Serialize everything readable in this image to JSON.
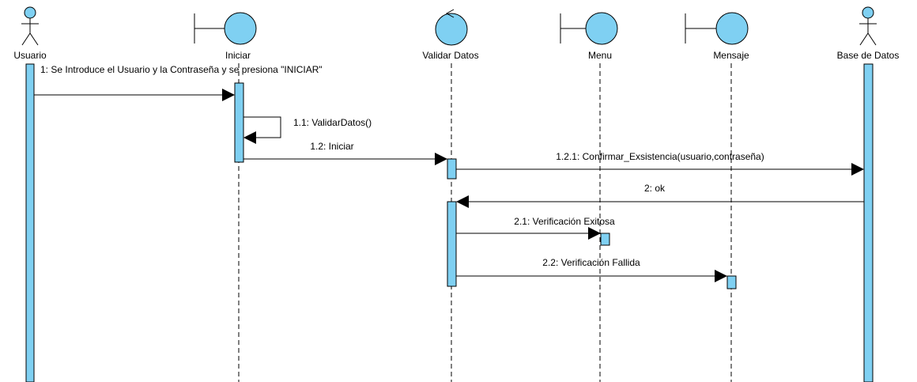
{
  "colors": {
    "fill": "#7FD0F2",
    "stroke": "#000000",
    "background": "#FFFFFF"
  },
  "participants": [
    {
      "id": "usuario",
      "label": "Usuario",
      "kind": "actor"
    },
    {
      "id": "iniciar",
      "label": "Iniciar",
      "kind": "boundary"
    },
    {
      "id": "validar",
      "label": "Validar Datos",
      "kind": "control"
    },
    {
      "id": "menu",
      "label": "Menu",
      "kind": "boundary"
    },
    {
      "id": "mensaje",
      "label": "Mensaje",
      "kind": "boundary"
    },
    {
      "id": "bd",
      "label": "Base de Datos",
      "kind": "actor"
    }
  ],
  "messages": [
    {
      "id": "m1",
      "label": "1: Se Introduce el Usuario y la Contraseña y se presiona \"INICIAR\"",
      "from": "usuario",
      "to": "iniciar",
      "direction": "right"
    },
    {
      "id": "m1_1",
      "label": "1.1: ValidarDatos()",
      "from": "iniciar",
      "to": "iniciar",
      "direction": "self"
    },
    {
      "id": "m1_2",
      "label": "1.2: Iniciar",
      "from": "iniciar",
      "to": "validar",
      "direction": "right"
    },
    {
      "id": "m1_2_1",
      "label": "1.2.1: Confirmar_Exsistencia(usuario,contraseña)",
      "from": "validar",
      "to": "bd",
      "direction": "right"
    },
    {
      "id": "m2",
      "label": "2: ok",
      "from": "bd",
      "to": "validar",
      "direction": "left"
    },
    {
      "id": "m2_1",
      "label": "2.1: Verificación Exitosa",
      "from": "validar",
      "to": "menu",
      "direction": "right"
    },
    {
      "id": "m2_2",
      "label": "2.2: Verificación Fallida",
      "from": "validar",
      "to": "mensaje",
      "direction": "right"
    }
  ]
}
